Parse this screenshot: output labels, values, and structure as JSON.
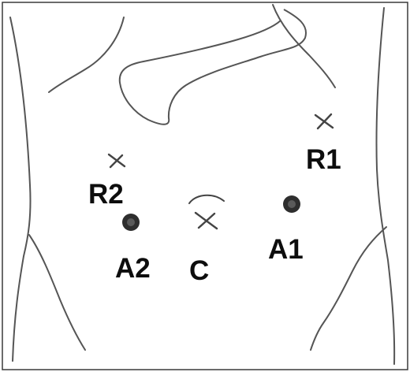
{
  "figure": {
    "labels": {
      "r1": "R1",
      "r2": "R2",
      "a1": "A1",
      "a2": "A2",
      "c": "C"
    },
    "ink_color": "#555555",
    "port_color": "#2e2e2e",
    "label_color": "#0d0d0d"
  }
}
